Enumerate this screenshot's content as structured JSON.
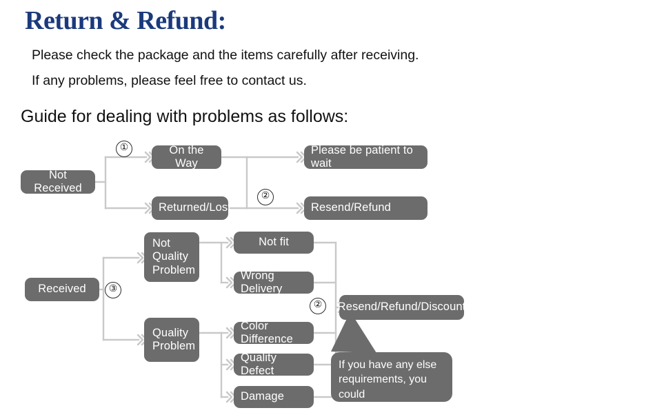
{
  "header": {
    "title": "Return & Refund:",
    "line1": "Please check the package and the items carefully after receiving.",
    "line2": "If any problems, please feel free to contact us.",
    "subheading": "Guide for dealing with problems as follows:"
  },
  "colors": {
    "title": "#1b3a7c",
    "node_fill": "#6c6c6c",
    "node_text": "#ffffff",
    "connector": "#c9c9c9",
    "background": "#ffffff",
    "body_text": "#111111"
  },
  "flow": {
    "markers": {
      "one": "①",
      "two_top": "②",
      "three": "③",
      "two_bottom": "②"
    },
    "nodes": {
      "not_received": "Not Received",
      "on_the_way": "On the Way",
      "returned_lost": "Returned/Lost",
      "be_patient": "Please be patient to wait",
      "resend_refund": "Resend/Refund",
      "received": "Received",
      "not_quality_problem": "Not\nQuality\nProblem",
      "quality_problem": "Quality\nProblem",
      "not_fit": "Not fit",
      "wrong_delivery": "Wrong Delivery",
      "color_difference": "Color Difference",
      "quality_defect": "Quality Defect",
      "damage": "Damage",
      "resend_refund_discount": "Resend/Refund/Discount"
    },
    "bubble": "If you have any else\nrequirements, you could\nalso tell us!"
  }
}
